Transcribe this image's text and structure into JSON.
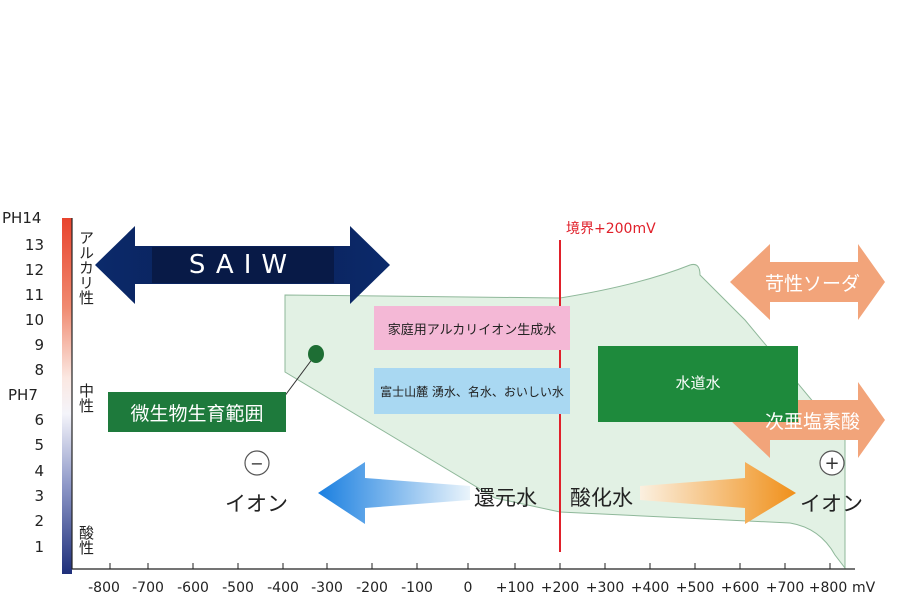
{
  "y_axis": {
    "top_label": "PH14",
    "mid_label": "PH7",
    "ticks": [
      "13",
      "12",
      "11",
      "10",
      "9",
      "8",
      "6",
      "5",
      "4",
      "3",
      "2",
      "1"
    ],
    "alkaline_label": "アルカリ性",
    "neutral_label": "中性",
    "acidic_label": "酸性",
    "gradient_top": "#e8442e",
    "gradient_bottom": "#1f2f7a"
  },
  "x_axis": {
    "ticks": [
      "-800",
      "-700",
      "-600",
      "-500",
      "-400",
      "-300",
      "-200",
      "-100",
      "0",
      "+100",
      "+200",
      "+300",
      "+400",
      "+500",
      "+600",
      "+700",
      "+800"
    ],
    "unit": "mV"
  },
  "boundary": {
    "label": "境界+200mV",
    "color": "#e0202a"
  },
  "saiw": {
    "label": "SAIW",
    "color": "#0b2a6b"
  },
  "microbe": {
    "label": "微生物生育範囲",
    "color": "#1e7a3c"
  },
  "home_alkaline": {
    "label": "家庭用アルカリイオン生成水",
    "color": "#f4b8d6"
  },
  "fuji": {
    "label": "富士山麓 湧水、名水、おいしい水",
    "color": "#a9d8f2"
  },
  "tap_water": {
    "label": "水道水",
    "color": "#1e8a3c"
  },
  "caustic_soda": {
    "label": "苛性ソーダ",
    "color": "#f2a47a"
  },
  "hypochlorous": {
    "label": "次亜塩素酸",
    "color": "#f2a47a"
  },
  "ions": {
    "minus_symbol": "−",
    "plus_symbol": "+",
    "left_label": "イオン",
    "right_label": "イオン",
    "reduced_water": "還元水",
    "oxidized_water": "酸化水"
  },
  "region_color": "#e2f1e4"
}
